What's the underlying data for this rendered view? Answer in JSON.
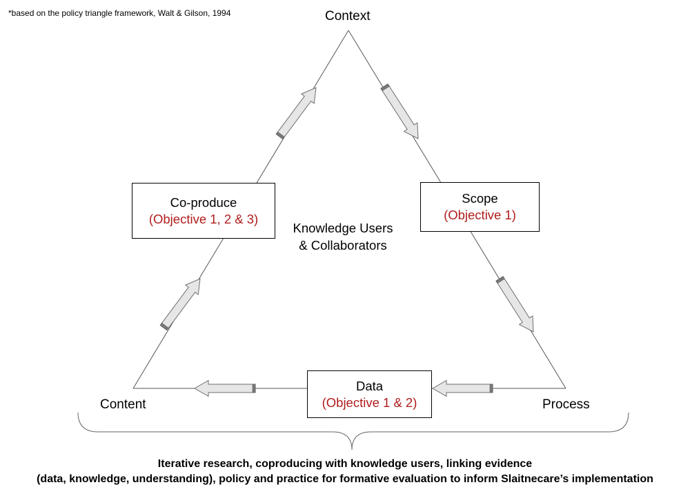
{
  "footnote": "*based on the policy triangle framework,  Walt & Gilson, 1994",
  "vertices": {
    "top": "Context",
    "bottom_left": "Content",
    "bottom_right": "Process"
  },
  "boxes": {
    "coproduce": {
      "title": "Co-produce",
      "objective": "(Objective 1, 2 & 3)"
    },
    "scope": {
      "title": "Scope",
      "objective": "(Objective 1)"
    },
    "data": {
      "title": "Data",
      "objective": "(Objective 1 & 2)"
    }
  },
  "center_label": {
    "line1": "Knowledge Users",
    "line2": "& Collaborators"
  },
  "caption": {
    "line1": "Iterative research, coproducing with knowledge users, linking evidence",
    "line2": "(data, knowledge, understanding), policy and practice for formative evaluation to inform Slaitnecare’s implementation"
  },
  "colors": {
    "objective_text": "#b01c1c",
    "arrow_fill": "#e6e6e6",
    "arrow_outline": "#6e6e6e",
    "line": "#555555"
  }
}
